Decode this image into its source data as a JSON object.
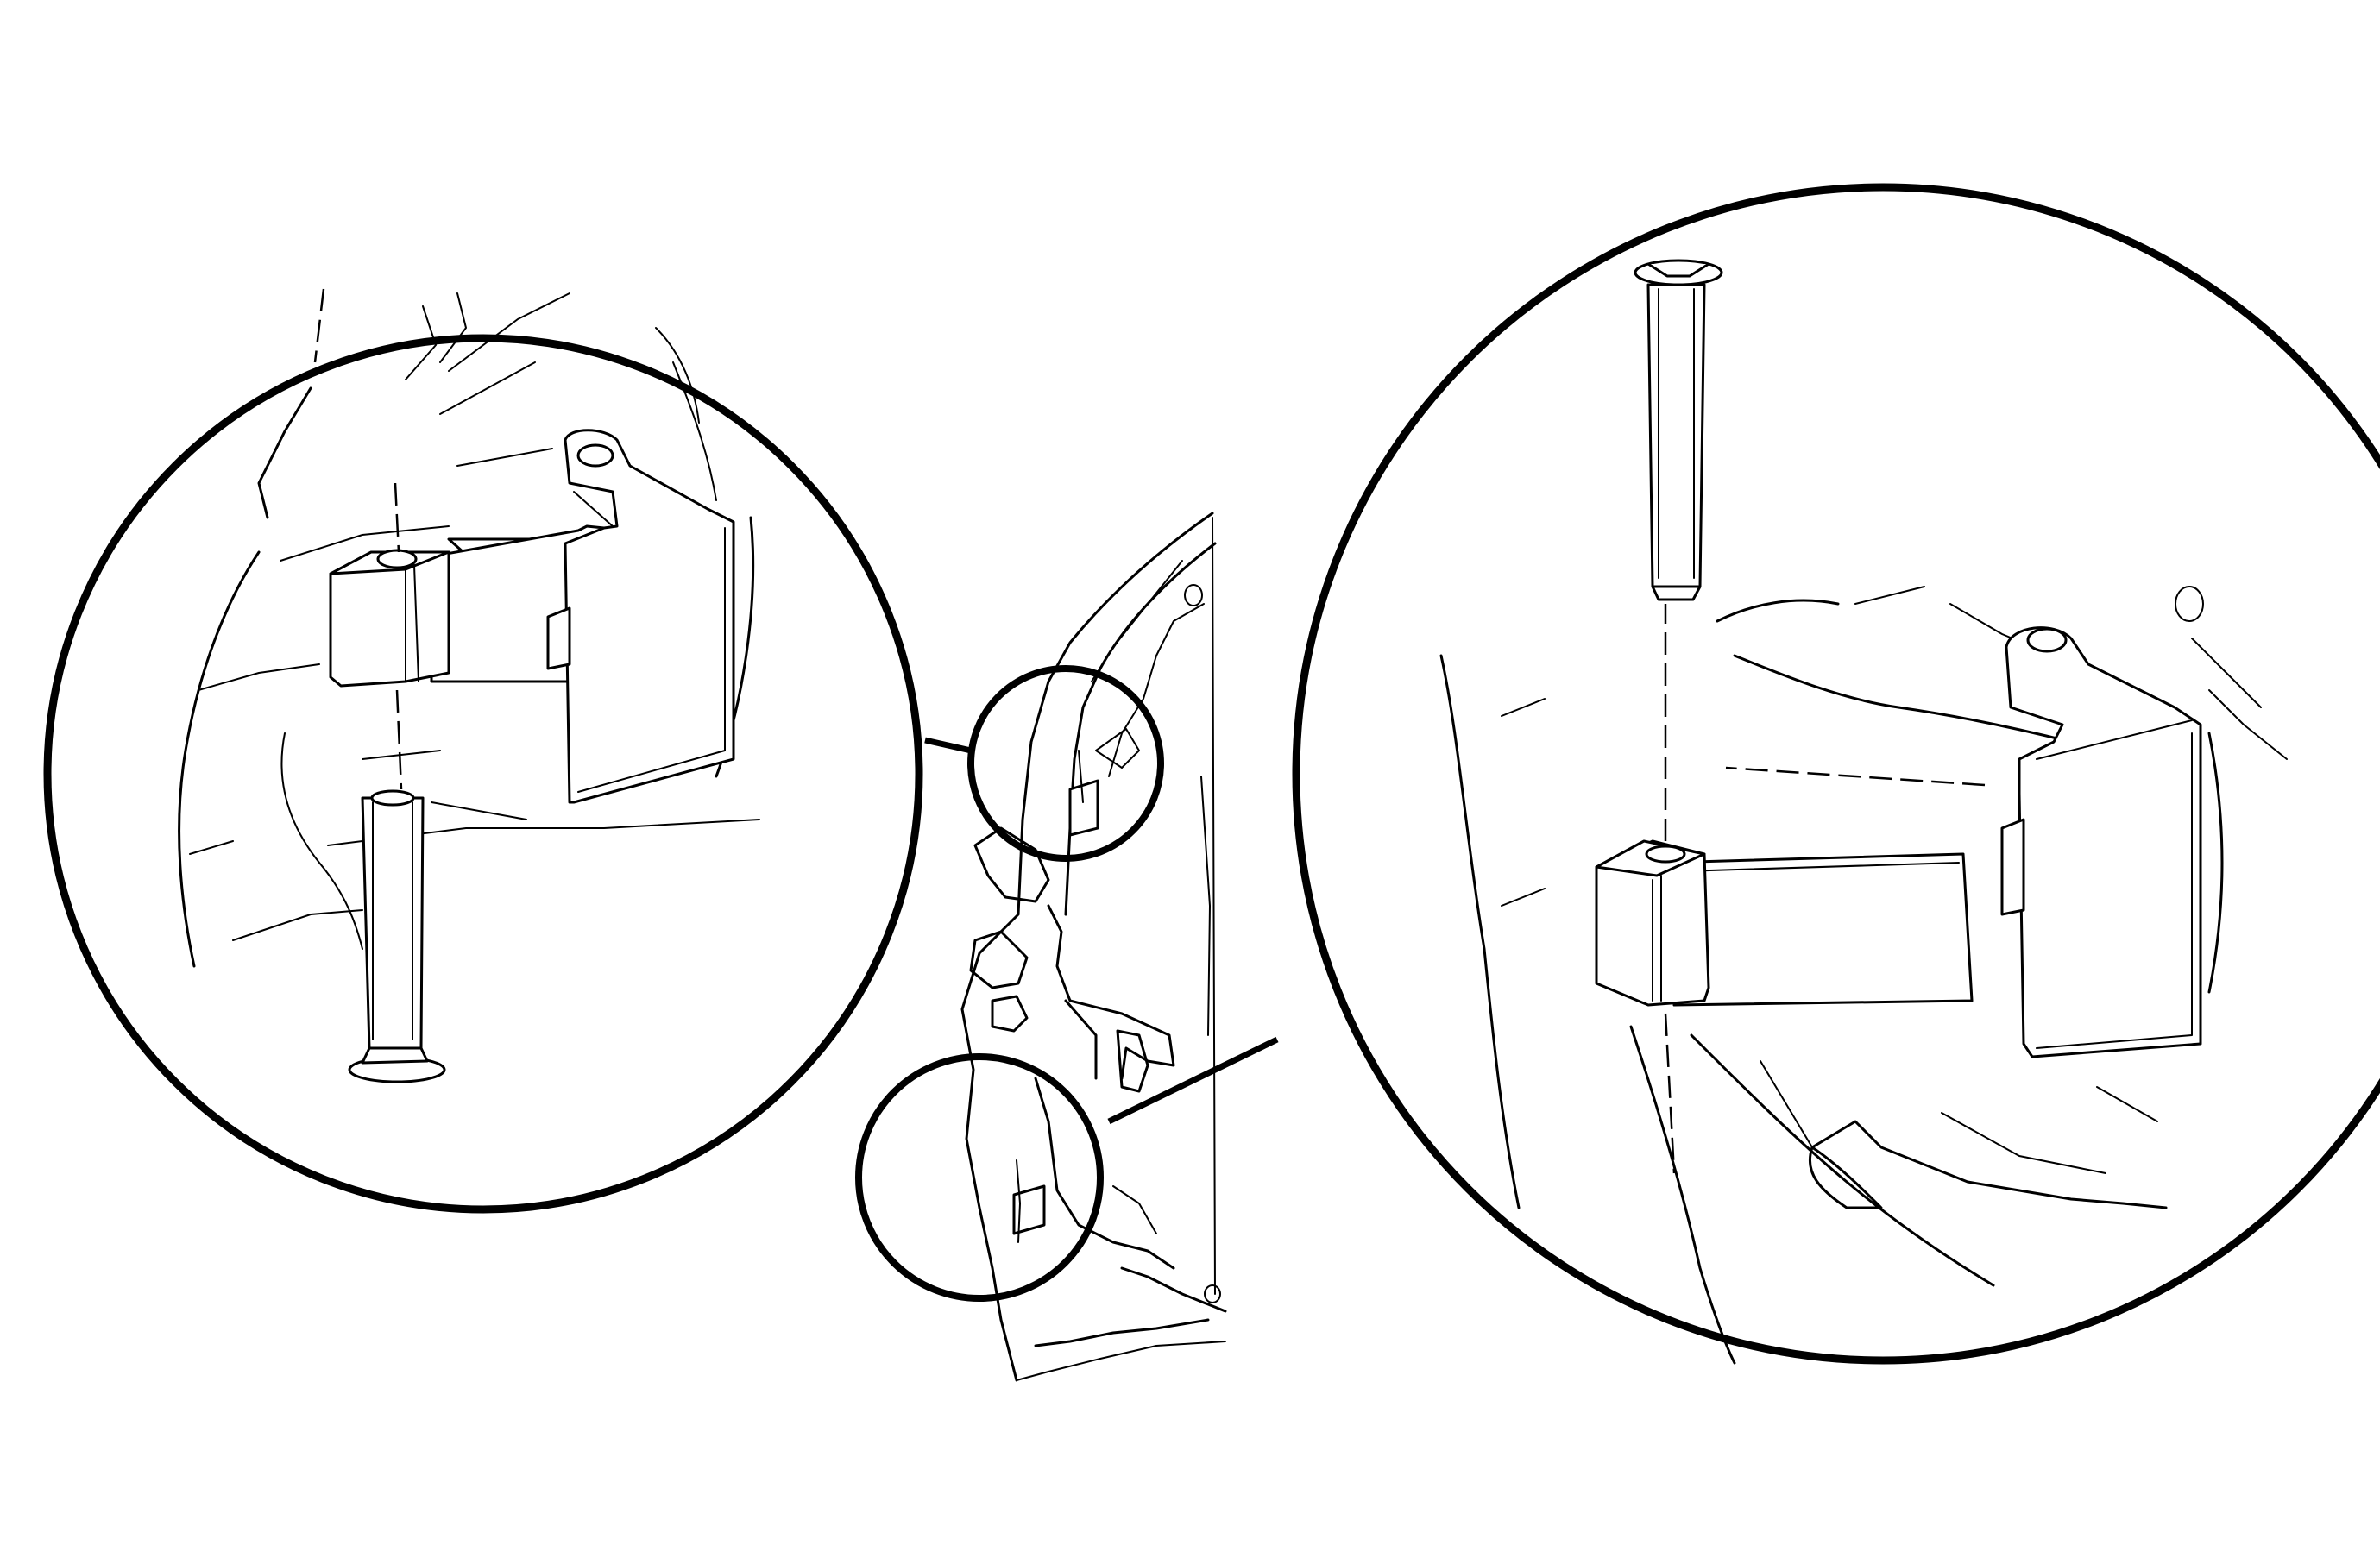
{
  "figure": {
    "kind": "service-illustration",
    "subject": "door-hinge-pin-removal",
    "stroke_color": "#000000",
    "background_color": "#ffffff",
    "callouts": [
      {
        "id": "upper-hinge",
        "detail_view": "left",
        "pin_direction": "down"
      },
      {
        "id": "lower-hinge",
        "detail_view": "right",
        "pin_direction": "up"
      }
    ]
  }
}
